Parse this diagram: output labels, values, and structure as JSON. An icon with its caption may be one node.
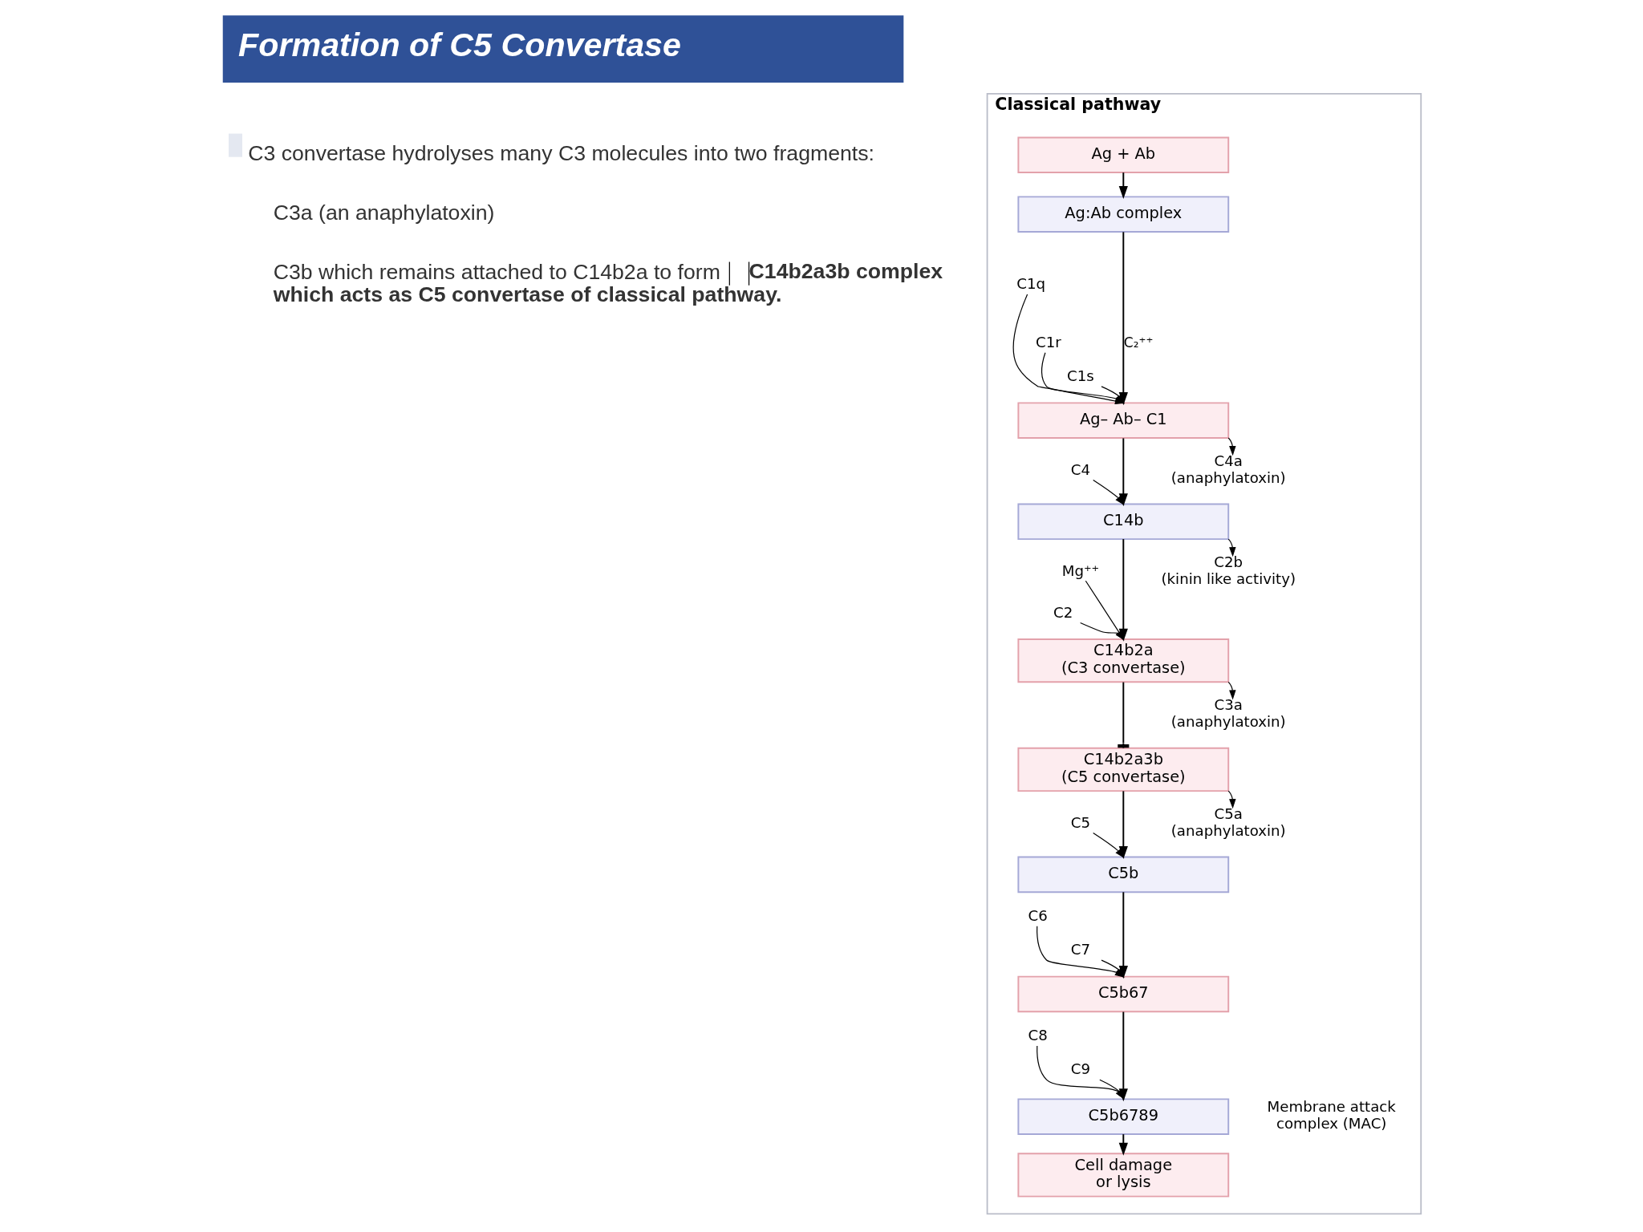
{
  "diagram": {
    "title": "Formation of C5 Convertase",
    "nodes": [
      {
        "text": [
          "Classical pathway"
        ]
      },
      {
        "text": [
          "Ag + Ab"
        ],
        "in": 0
      },
      {
        "text": [
          "Ag:Ab complex"
        ],
        "in": 0
      },
      {
        "text": [
          "C1q"
        ],
        "in": 0
      },
      {
        "text": [
          "C1r"
        ],
        "in": 0
      },
      {
        "text": [
          "C1s"
        ],
        "in": 0
      },
      {
        "text": [
          "Ag– Ab– C1"
        ],
        "in": 0
      },
      {
        "text": [
          "C4"
        ],
        "in": 0
      },
      {
        "text": [
          "C4a",
          "(anaphylatoxin)"
        ],
        "in": 0
      },
      {
        "text": [
          "C14b"
        ],
        "in": 0
      },
      {
        "text": [
          "Mg⁺⁺"
        ],
        "in": 0
      },
      {
        "text": [
          "C2"
        ],
        "in": 0
      },
      {
        "text": [
          "C2b",
          "(kinin like activity)"
        ],
        "in": 0
      },
      {
        "text": [
          "C14b2a",
          "(C3 convertase)"
        ],
        "in": 0
      },
      {
        "text": [
          "C3a",
          "(anaphylatoxin)"
        ],
        "in": 0
      },
      {
        "text": [
          "C14b2a3b",
          "(C5 convertase)"
        ],
        "in": 0
      },
      {
        "text": [
          "C5"
        ],
        "in": 0
      },
      {
        "text": [
          "C5a",
          "(anaphylatoxin)"
        ],
        "in": 0
      },
      {
        "text": [
          "C5b"
        ],
        "in": 0
      },
      {
        "text": [
          "C6"
        ],
        "in": 0
      },
      {
        "text": [
          "C7"
        ],
        "in": 0
      },
      {
        "text": [
          "C5b67"
        ],
        "in": 0
      },
      {
        "text": [
          "C8"
        ],
        "in": 0
      },
      {
        "text": [
          "C9"
        ],
        "in": 0
      },
      {
        "text": [
          "C5b6789"
        ],
        "in": 0,
        "beside": [
          "Membrane attack complex (MAC)"
        ]
      },
      {
        "text": [
          "Cell damage or lysis"
        ],
        "in": 0
      }
    ],
    "edges": [
      {
        "from": 1,
        "to": 2,
        "arrow": "to"
      },
      {
        "from": 2,
        "to": 6,
        "arrow": "to",
        "label": "C₂⁺⁺"
      },
      {
        "from": 3,
        "to": 6,
        "arrow": "to"
      },
      {
        "from": 4,
        "to": 6,
        "arrow": "to"
      },
      {
        "from": 5,
        "to": 6,
        "arrow": "to"
      },
      {
        "from": 6,
        "to": 9,
        "arrow": "to"
      },
      {
        "from": 7,
        "to": 9,
        "arrow": "to"
      },
      {
        "from": 6,
        "to": 8,
        "arrow": "to"
      },
      {
        "from": 9,
        "to": 13,
        "arrow": "to"
      },
      {
        "from": 10,
        "to": 13,
        "arrow": "to"
      },
      {
        "from": 11,
        "to": 13,
        "arrow": "to"
      },
      {
        "from": 9,
        "to": 12,
        "arrow": "to"
      },
      {
        "from": 13,
        "to": 15,
        "arrow": "other"
      },
      {
        "from": 13,
        "to": 14,
        "arrow": "to"
      },
      {
        "from": 15,
        "to": 18,
        "arrow": "to"
      },
      {
        "from": 16,
        "to": 18,
        "arrow": "to"
      },
      {
        "from": 15,
        "to": 17,
        "arrow": "to"
      },
      {
        "from": 18,
        "to": 21,
        "arrow": "to"
      },
      {
        "from": 19,
        "to": 21,
        "arrow": "to"
      },
      {
        "from": 20,
        "to": 21,
        "arrow": "to"
      },
      {
        "from": 21,
        "to": 24,
        "arrow": "to"
      },
      {
        "from": 22,
        "to": 24,
        "arrow": "to"
      },
      {
        "from": 23,
        "to": 24,
        "arrow": "to"
      },
      {
        "from": 24,
        "to": 25,
        "arrow": "to"
      }
    ],
    "labels": [
      "C3 convertase hydrolyses many C3 molecules into two fragments:",
      "C3a (an anaphylatoxin)",
      "C3b which remains attached to C14b2a to form **C14b2a3b complex which acts as C5 convertase of classical pathway.**"
    ]
  }
}
